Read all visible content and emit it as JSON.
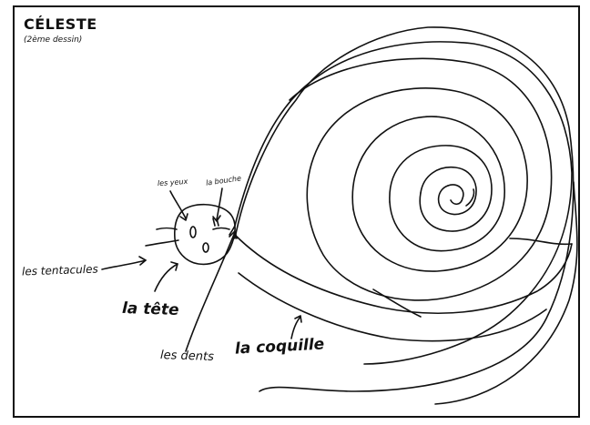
{
  "header": {
    "title": "CÉLESTE",
    "subtitle": "(2ème dessin)"
  },
  "labels": {
    "eyes": "les yeux",
    "mouth": "la bouche",
    "tentacles": "les tentacules",
    "head": "la tête",
    "teeth": "les dents",
    "shell": "la coquille"
  },
  "colors": {
    "ink": "#111111",
    "paper": "#ffffff"
  }
}
